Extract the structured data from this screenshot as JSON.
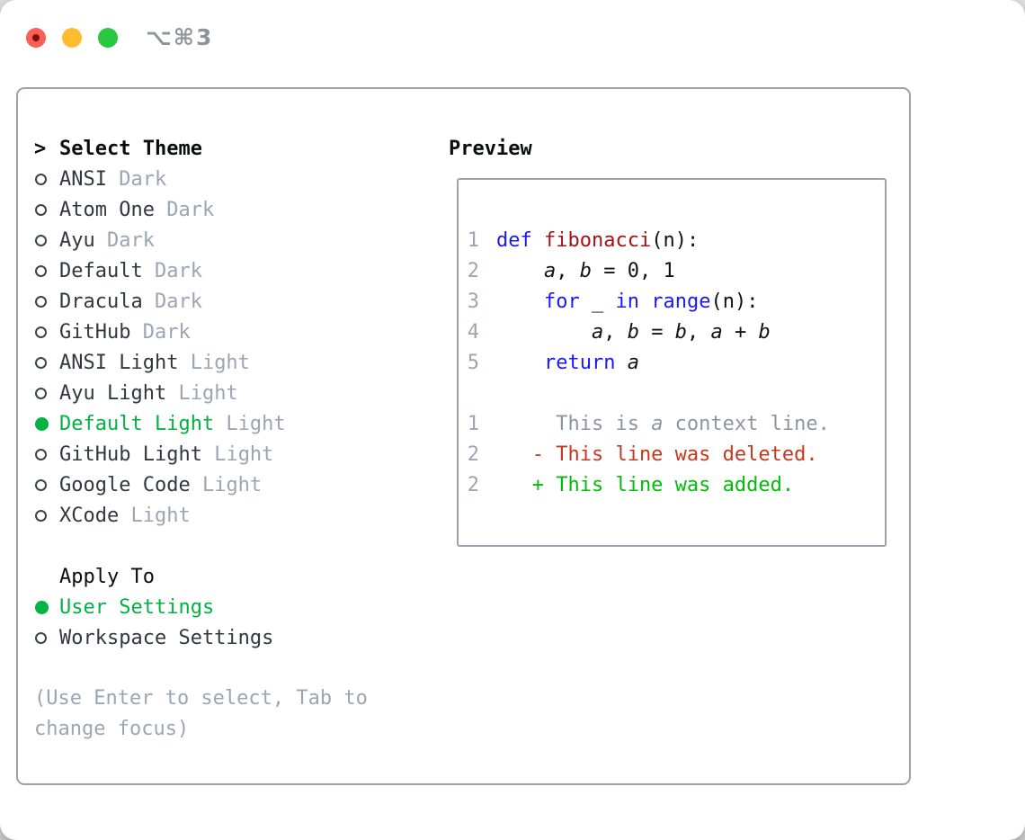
{
  "window": {
    "title": "⌥⌘3",
    "traffic_lights": [
      {
        "name": "close",
        "color": "#f95f57"
      },
      {
        "name": "minimize",
        "color": "#febc2e"
      },
      {
        "name": "zoom",
        "color": "#28c840"
      }
    ]
  },
  "theme_panel": {
    "header": {
      "prefix": ">",
      "label": "Select Theme"
    },
    "items": [
      {
        "name": "ANSI",
        "variant": "Dark",
        "selected": false
      },
      {
        "name": "Atom One",
        "variant": "Dark",
        "selected": false
      },
      {
        "name": "Ayu",
        "variant": "Dark",
        "selected": false
      },
      {
        "name": "Default",
        "variant": "Dark",
        "selected": false
      },
      {
        "name": "Dracula",
        "variant": "Dark",
        "selected": false
      },
      {
        "name": "GitHub",
        "variant": "Dark",
        "selected": false
      },
      {
        "name": "ANSI Light",
        "variant": "Light",
        "selected": false
      },
      {
        "name": "Ayu Light",
        "variant": "Light",
        "selected": false
      },
      {
        "name": "Default Light",
        "variant": "Light",
        "selected": true
      },
      {
        "name": "GitHub Light",
        "variant": "Light",
        "selected": false
      },
      {
        "name": "Google Code",
        "variant": "Light",
        "selected": false
      },
      {
        "name": "XCode",
        "variant": "Light",
        "selected": false
      }
    ]
  },
  "apply_panel": {
    "header": "Apply To",
    "items": [
      {
        "name": "User Settings",
        "selected": true
      },
      {
        "name": "Workspace Settings",
        "selected": false
      }
    ]
  },
  "help": {
    "lines": [
      "(Use Enter to select, Tab to",
      "change focus)"
    ],
    "full_text": "(Use Enter to select, Tab to change focus)"
  },
  "preview": {
    "header": "Preview",
    "code_lines": [
      {
        "num": "1",
        "segments": [
          {
            "t": "def",
            "c": "kw"
          },
          {
            "t": " ",
            "c": "pl"
          },
          {
            "t": "fibonacci",
            "c": "fn"
          },
          {
            "t": "(n):",
            "c": "pl"
          }
        ]
      },
      {
        "num": "2",
        "segments": [
          {
            "t": "    ",
            "c": "pl"
          },
          {
            "t": "a",
            "c": "var"
          },
          {
            "t": ", ",
            "c": "pl"
          },
          {
            "t": "b",
            "c": "var"
          },
          {
            "t": " = 0, 1",
            "c": "pl"
          }
        ]
      },
      {
        "num": "3",
        "segments": [
          {
            "t": "    ",
            "c": "pl"
          },
          {
            "t": "for",
            "c": "kw"
          },
          {
            "t": " _ ",
            "c": "pl"
          },
          {
            "t": "in",
            "c": "kw"
          },
          {
            "t": " ",
            "c": "pl"
          },
          {
            "t": "range",
            "c": "kw"
          },
          {
            "t": "(n):",
            "c": "pl"
          }
        ]
      },
      {
        "num": "4",
        "segments": [
          {
            "t": "        ",
            "c": "pl"
          },
          {
            "t": "a",
            "c": "var"
          },
          {
            "t": ", ",
            "c": "pl"
          },
          {
            "t": "b",
            "c": "var"
          },
          {
            "t": " = ",
            "c": "pl"
          },
          {
            "t": "b",
            "c": "var"
          },
          {
            "t": ", ",
            "c": "pl"
          },
          {
            "t": "a",
            "c": "var"
          },
          {
            "t": " + ",
            "c": "pl"
          },
          {
            "t": "b",
            "c": "var"
          }
        ]
      },
      {
        "num": "5",
        "segments": [
          {
            "t": "    ",
            "c": "pl"
          },
          {
            "t": "return",
            "c": "kw"
          },
          {
            "t": " ",
            "c": "pl"
          },
          {
            "t": "a",
            "c": "var"
          }
        ]
      },
      {
        "num": "",
        "segments": []
      },
      {
        "num": "1",
        "segments": [
          {
            "t": "     This is ",
            "c": "ctx"
          },
          {
            "t": "a",
            "c": "ctxv"
          },
          {
            "t": " context line.",
            "c": "ctx"
          }
        ]
      },
      {
        "num": "2",
        "segments": [
          {
            "t": "   - This line was deleted.",
            "c": "del"
          }
        ]
      },
      {
        "num": "2",
        "segments": [
          {
            "t": "   + This line was added.",
            "c": "add"
          }
        ]
      }
    ]
  },
  "colors": {
    "frame_border": "#98a2ad",
    "selected_green": "#00b342",
    "keyword_blue": "#1a1af0",
    "function_red": "#a31414",
    "deleted_red": "#c8381f",
    "added_green": "#00bd07",
    "muted_gray": "#9ba6b2",
    "item_text": "#33373f"
  }
}
